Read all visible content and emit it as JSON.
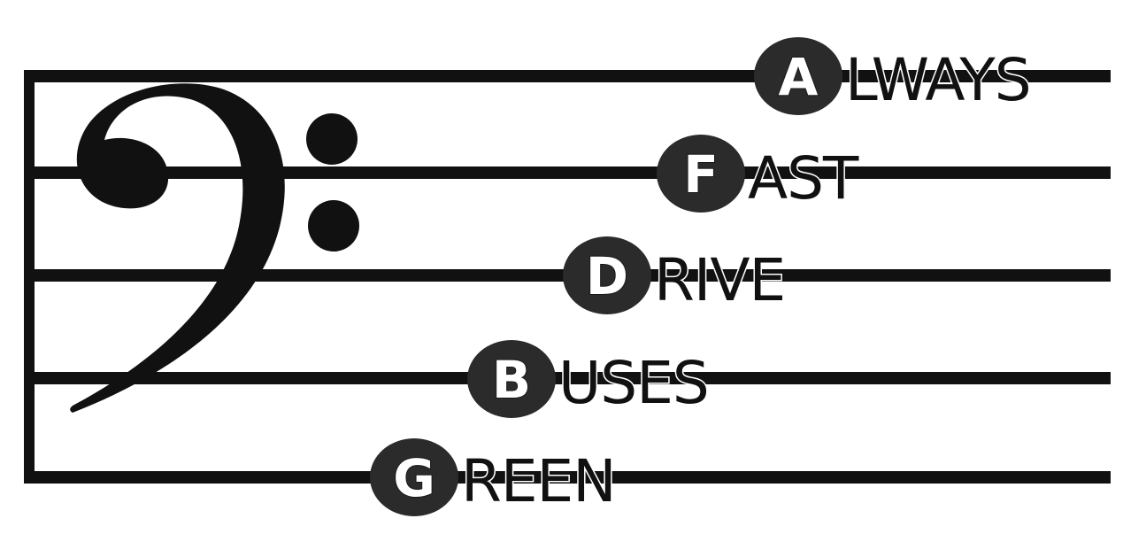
{
  "clef": "bass-clef",
  "colors": {
    "ink": "#111111",
    "badge": "#2b2b2b",
    "letter": "#ffffff",
    "background": "#ffffff"
  },
  "mnemonic": [
    {
      "letter": "A",
      "rest": "LWAYS"
    },
    {
      "letter": "F",
      "rest": "AST"
    },
    {
      "letter": "D",
      "rest": "RIVE"
    },
    {
      "letter": "B",
      "rest": "USES"
    },
    {
      "letter": "G",
      "rest": "REEN"
    }
  ]
}
